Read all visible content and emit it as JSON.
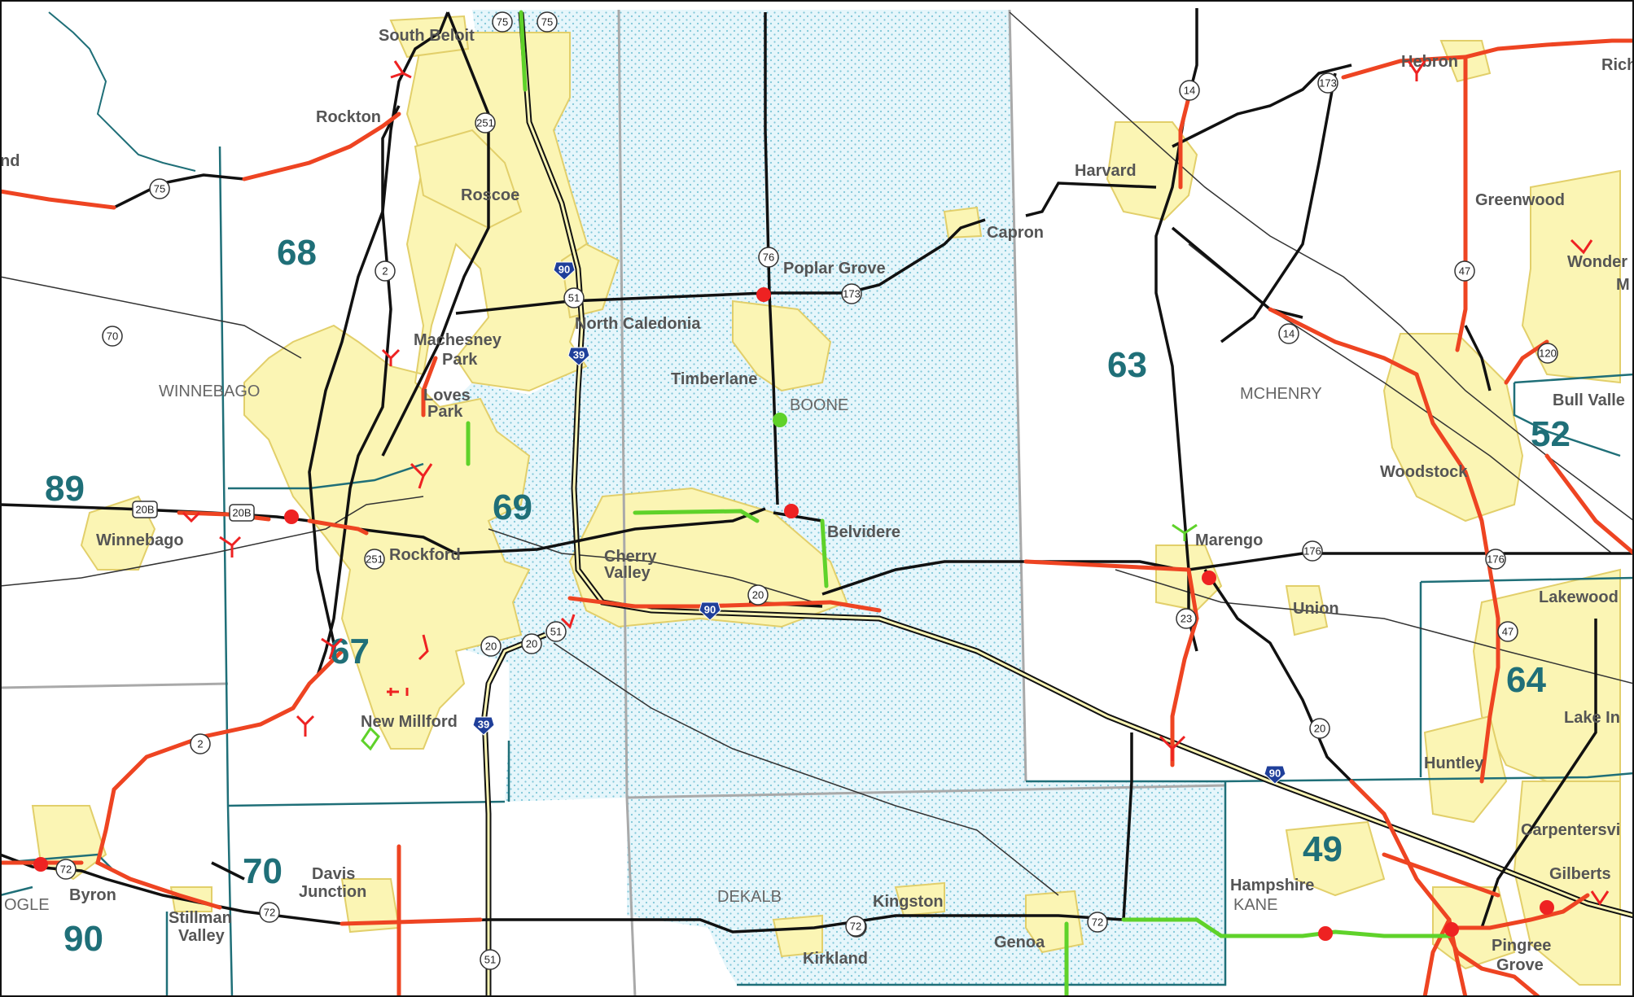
{
  "colors": {
    "background": "#ffffff",
    "urban_fill": "#fbf5b4",
    "urban_outline": "#e2cf6a",
    "district_fill": "#e6f6fb",
    "district_dots": "#7fc6d8",
    "district_line": "#1f6f78",
    "county_line": "#a9a9a9",
    "road": "#111111",
    "highway_red": "#ee4422",
    "highway_green": "#5fd22a",
    "interstate_shield": "#1f3f9a",
    "river": "#1f6f78",
    "rail": "#333333"
  },
  "places": [
    "South Beloit",
    "Rockton",
    "Roscoe",
    "Machesney",
    "Park",
    "Loves",
    "Park",
    "Winnebago",
    "Rockford",
    "Cherry",
    "Valley",
    "Belvidere",
    "North Caledonia",
    "Timberlane",
    "Poplar Grove",
    "Capron",
    "Harvard",
    "Hebron",
    "Rich",
    "Greenwood",
    "Wonder",
    "M",
    "Bull Valle",
    "Woodstock",
    "Marengo",
    "Union",
    "Lakewood",
    "Lake In",
    "Huntley",
    "Carpentersvi",
    "Gilberts",
    "Pingree",
    "Grove",
    "Hampshire",
    "Genoa",
    "Kingston",
    "Kirkland",
    "Davis",
    "Junction",
    "Stillman",
    "Valley",
    "Byron",
    "New Millford",
    "nd"
  ],
  "counties": [
    "WINNEBAGO",
    "BOONE",
    "MCHENRY",
    "DEKALB",
    "KANE",
    "OGLE"
  ],
  "districts": [
    "68",
    "89",
    "69",
    "67",
    "63",
    "52",
    "64",
    "49",
    "70",
    "90"
  ],
  "route_shields": {
    "state": [
      "75",
      "75",
      "75",
      "251",
      "2",
      "70",
      "51",
      "76",
      "173",
      "20",
      "20",
      "72",
      "72",
      "72",
      "72",
      "14",
      "14",
      "173",
      "47",
      "47",
      "120",
      "176",
      "176",
      "23",
      "20",
      "2",
      "51",
      "251",
      "72",
      "20B",
      "20B",
      "51",
      "20"
    ],
    "interstate": [
      "90",
      "39",
      "90",
      "39",
      "90"
    ]
  }
}
